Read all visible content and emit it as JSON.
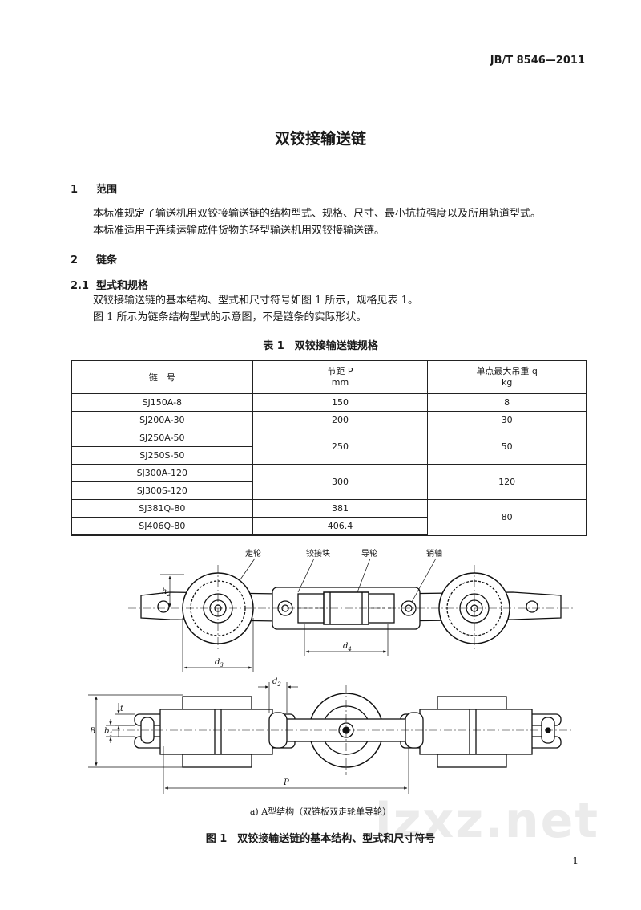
{
  "header": {
    "standard_no": "JB/T 8546—2011"
  },
  "title": "双铰接输送链",
  "sections": [
    {
      "num": "1",
      "heading": "范围",
      "paragraphs": [
        "本标准规定了输送机用双铰接输送链的结构型式、规格、尺寸、最小抗拉强度以及所用轨道型式。",
        "本标准适用于连续运输成件货物的轻型输送机用双铰接输送链。"
      ]
    },
    {
      "num": "2",
      "heading": "链条"
    },
    {
      "num": "2.1",
      "heading": "型式和规格",
      "paragraphs": [
        "双铰接输送链的基本结构、型式和尺寸符号如图 1 所示，规格见表 1。",
        "图 1 所示为链条结构型式的示意图，不是链条的实际形状。"
      ]
    }
  ],
  "table": {
    "caption": "表 1　双铰接输送链规格",
    "col_headers": {
      "chain_no": "链　号",
      "pitch_top": "节距 P",
      "pitch_unit": "mm",
      "load_top": "单点最大吊重 q",
      "load_unit": "kg"
    },
    "rows": [
      {
        "chain_no": "SJ150A-8",
        "pitch": "150",
        "load": "8"
      },
      {
        "chain_no": "SJ200A-30",
        "pitch": "200",
        "load": "30"
      },
      {
        "chain_no": "SJ250A-50",
        "pitch": "250",
        "load": "50"
      },
      {
        "chain_no": "SJ250S-50"
      },
      {
        "chain_no": "SJ300A-120",
        "pitch": "300",
        "load": "120"
      },
      {
        "chain_no": "SJ300S-120"
      },
      {
        "chain_no": "SJ381Q-80",
        "pitch": "381",
        "load": "80"
      },
      {
        "chain_no": "SJ406Q-80",
        "pitch": "406.4"
      }
    ]
  },
  "figure": {
    "labels": {
      "walking_wheel": "走轮",
      "hinge_block": "铰接块",
      "guide_wheel": "导轮",
      "pin_shaft": "销轴",
      "h": "h",
      "h_sub": "2",
      "d3": "d",
      "d3_sub": "3",
      "d4": "d",
      "d4_sub": "4",
      "d2": "d",
      "d2_sub": "2",
      "t": "t",
      "B": "B",
      "b1": "b",
      "b1_sub": "1",
      "P": "P"
    },
    "sub_caption": "a) A型结构（双链板双走轮单导轮）",
    "caption": "图 1　双铰接输送链的基本结构、型式和尺寸符号"
  },
  "watermark": "lzxz.net",
  "page_number": "1"
}
